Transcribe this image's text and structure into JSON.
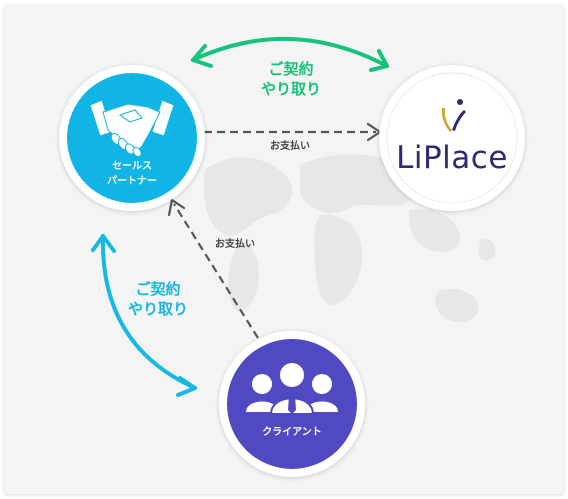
{
  "colors": {
    "sales": "#10b5e6",
    "client": "#5049c2",
    "contract_top": "#17c27a",
    "contract_left": "#15b8e4",
    "dashed": "#555555",
    "logo_text": "#2e2b72",
    "logo_accent_gold": "#c7a92a",
    "logo_accent_navy": "#2e2b72"
  },
  "nodes": {
    "sales_partner": {
      "label_line1": "セールス",
      "label_line2": "パートナー",
      "icon": "handshake-icon"
    },
    "liplace": {
      "logo_text": "LiPlace",
      "icon": "liplace-logo"
    },
    "client": {
      "label": "クライアント",
      "icon": "users-group-icon"
    }
  },
  "edges": {
    "top_contract": {
      "line1": "ご契約",
      "line2": "やり取り"
    },
    "left_contract": {
      "line1": "ご契約",
      "line2": "やり取り"
    },
    "payment_to_liplace": {
      "label": "お支払い"
    },
    "payment_to_sales": {
      "label": "お支払い"
    }
  },
  "background": {
    "icon": "world-map-icon"
  }
}
